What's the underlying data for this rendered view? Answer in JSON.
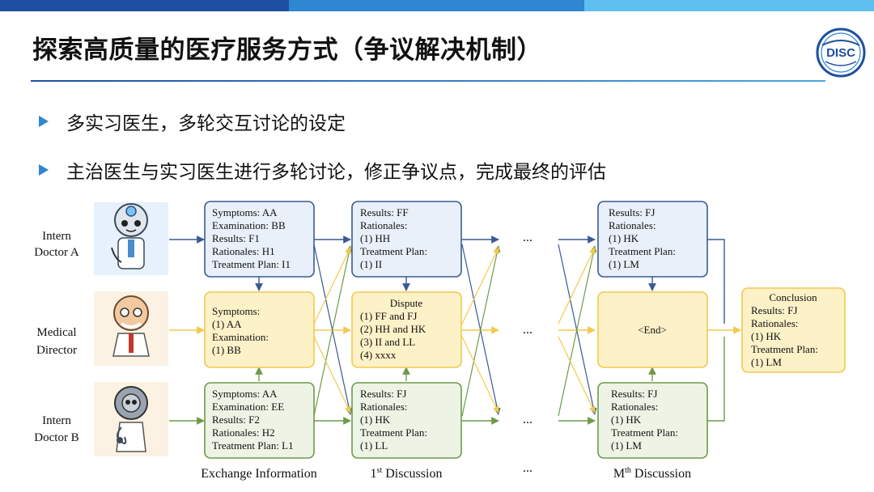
{
  "header": {
    "title": "探索高质量的医疗服务方式（争议解决机制）",
    "logo_text": "DISC"
  },
  "bullets": [
    "多实习医生，多轮交互讨论的设定",
    "主治医生与实习医生进行多轮讨论，修正争议点，完成最终的评估"
  ],
  "colors": {
    "blue": "#3a5a94",
    "yellow": "#f2c94c",
    "green": "#6e9a4a",
    "blue_fill": "#eaf0f9",
    "yellow_fill": "#fdf1c8",
    "green_fill": "#edf4e6"
  },
  "diagram": {
    "roles": [
      {
        "line1": "Intern",
        "line2": "Doctor A"
      },
      {
        "line1": "Medical",
        "line2": "Director"
      },
      {
        "line1": "Intern",
        "line2": "Doctor B"
      }
    ],
    "boxes": {
      "ex_a": [
        "Symptoms: AA",
        "Examination: BB",
        "Results: F1",
        "Rationales: H1",
        "Treatment Plan: I1"
      ],
      "ex_m": [
        "Symptoms:",
        "(1) AA",
        "Examination:",
        "(1) BB"
      ],
      "ex_b": [
        "Symptoms: AA",
        "Examination: EE",
        "Results: F2",
        "Rationales: H2",
        "Treatment Plan: L1"
      ],
      "d1_a": [
        "Results: FF",
        "Rationales:",
        "(1) HH",
        "Treatment Plan:",
        "(1) II"
      ],
      "d1_m": [
        "Dispute",
        "(1) FF and FJ",
        "(2) HH and HK",
        "(3) II and LL",
        "(4) xxxx"
      ],
      "d1_b": [
        "Results: FJ",
        "Rationales:",
        "(1) HK",
        "Treatment Plan:",
        "(1) LL"
      ],
      "dm_a": [
        "Results: FJ",
        "Rationales:",
        "(1) HK",
        "Treatment Plan:",
        "(1) LM"
      ],
      "dm_m": [
        "<End>"
      ],
      "dm_b": [
        "Results: FJ",
        "Rationales:",
        "(1) HK",
        "Treatment Plan:",
        "(1) LM"
      ],
      "conclusion": [
        "Conclusion",
        "Results: FJ",
        "Rationales:",
        "(1) HK",
        "Treatment Plan:",
        "(1) LM"
      ]
    },
    "ellipsis": "...",
    "stage_labels": {
      "exchange": "Exchange Information",
      "first_num": "1",
      "first_sup": "st",
      "first_rest": " Discussion",
      "ellipsis": "...",
      "mth_num": "M",
      "mth_sup": "th",
      "mth_rest": " Discussion"
    }
  }
}
